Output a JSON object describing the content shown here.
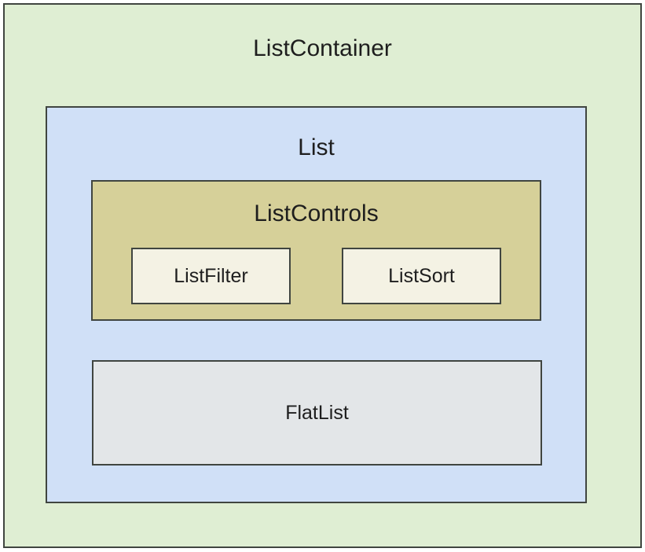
{
  "diagram": {
    "type": "nested-component-diagram",
    "boxes": {
      "listContainer": {
        "label": "ListContainer",
        "fill": "#dfeed3"
      },
      "list": {
        "label": "List",
        "fill": "#d0e0f7"
      },
      "listControls": {
        "label": "ListControls",
        "fill": "#d6d099"
      },
      "listFilter": {
        "label": "ListFilter",
        "fill": "#f4f2e4"
      },
      "listSort": {
        "label": "ListSort",
        "fill": "#f4f2e4"
      },
      "flatList": {
        "label": "FlatList",
        "fill": "#e3e6e8"
      }
    },
    "border_color": "#404540",
    "text_color": "#1e1e1e",
    "background_color": "#ffffff"
  }
}
